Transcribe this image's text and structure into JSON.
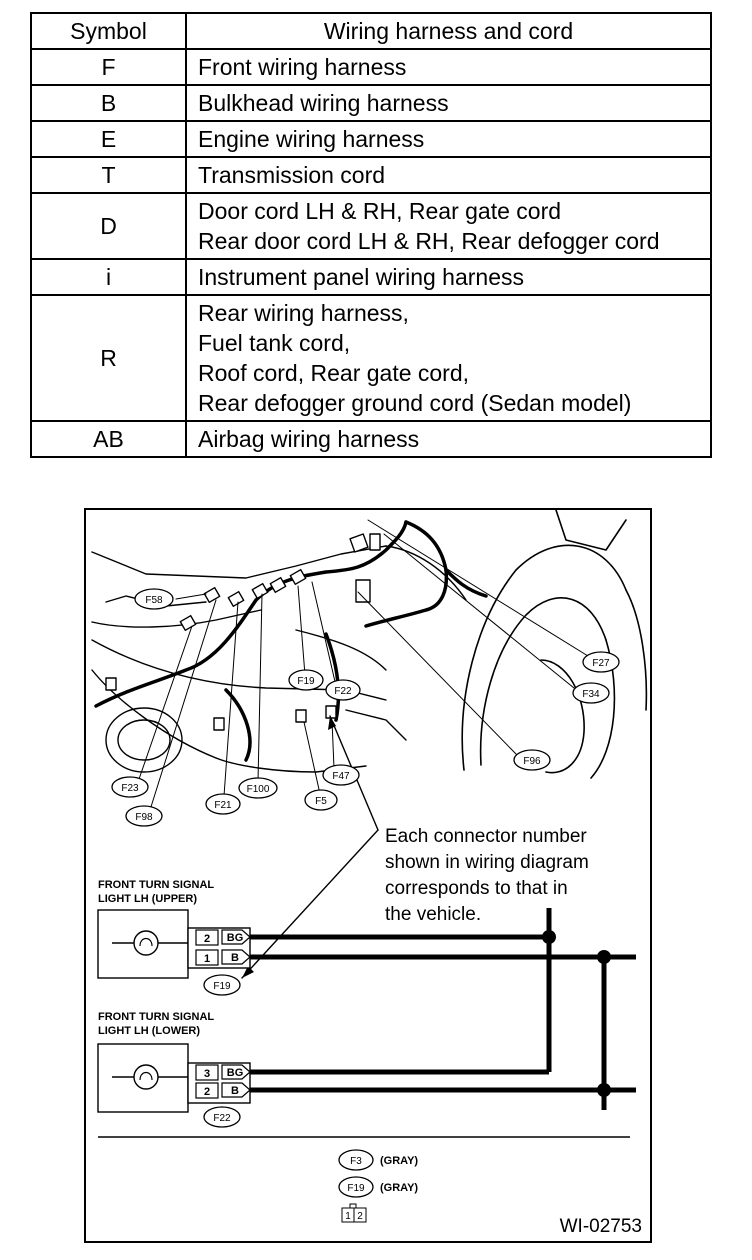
{
  "table": {
    "headers": {
      "symbol": "Symbol",
      "description": "Wiring harness and cord"
    },
    "rows": [
      {
        "symbol": "F",
        "lines": [
          "Front wiring harness"
        ]
      },
      {
        "symbol": "B",
        "lines": [
          "Bulkhead wiring harness"
        ]
      },
      {
        "symbol": "E",
        "lines": [
          "Engine wiring harness"
        ]
      },
      {
        "symbol": "T",
        "lines": [
          "Transmission cord"
        ]
      },
      {
        "symbol": "D",
        "lines": [
          "Door cord LH & RH, Rear gate cord",
          "Rear door cord LH & RH, Rear defogger cord"
        ]
      },
      {
        "symbol": "i",
        "lines": [
          "Instrument panel wiring harness"
        ]
      },
      {
        "symbol": "R",
        "lines": [
          "Rear wiring harness,",
          "Fuel tank cord,",
          "Roof cord, Rear gate cord,",
          "Rear defogger ground cord (Sedan model)"
        ]
      },
      {
        "symbol": "AB",
        "lines": [
          "Airbag wiring harness"
        ]
      }
    ]
  },
  "diagram": {
    "connector_labels": {
      "F58": "F58",
      "F27": "F27",
      "F34": "F34",
      "F19": "F19",
      "F22": "F22",
      "F96": "F96",
      "F23": "F23",
      "F98": "F98",
      "F21": "F21",
      "F100": "F100",
      "F47": "F47",
      "F5": "F5"
    },
    "note": [
      "Each connector number",
      "shown in wiring diagram",
      "corresponds to that in",
      "the vehicle."
    ],
    "upper_component": {
      "title_lines": [
        "FRONT TURN SIGNAL",
        "LIGHT LH (UPPER)"
      ],
      "pins": [
        "2",
        "1"
      ],
      "wires": [
        "BG",
        "B"
      ],
      "connector": "F19"
    },
    "lower_component": {
      "title_lines": [
        "FRONT TURN SIGNAL",
        "LIGHT LH (LOWER)"
      ],
      "pins": [
        "3",
        "2"
      ],
      "wires": [
        "BG",
        "B"
      ],
      "connector": "F22"
    },
    "legend": [
      {
        "connector": "F3",
        "color": "(GRAY)"
      },
      {
        "connector": "F19",
        "color": "(GRAY)"
      }
    ],
    "legend_pins": [
      "1",
      "2"
    ],
    "figure_id": "WI-02753"
  }
}
